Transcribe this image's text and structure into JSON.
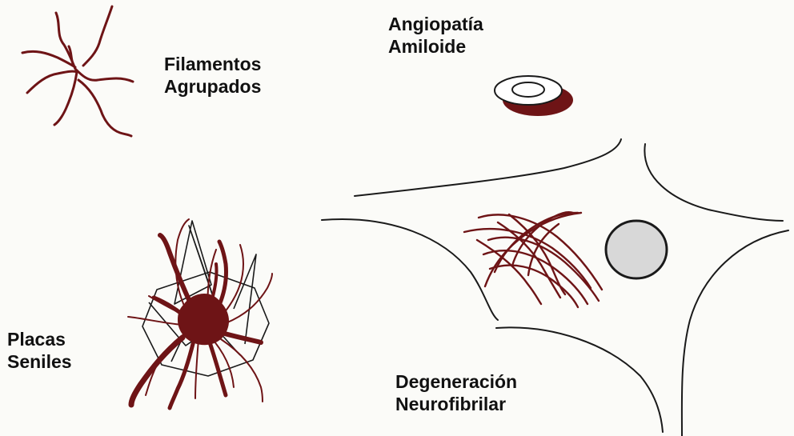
{
  "labels": {
    "filamentos": {
      "line1": "Filamentos",
      "line2": "Agrupados"
    },
    "angiopatia": {
      "line1": "Angiopatía",
      "line2": "Amiloide"
    },
    "placas": {
      "line1": "Placas",
      "line2": "Seniles"
    },
    "degeneracion": {
      "line1": "Degeneración",
      "line2": "Neurofibrilar"
    }
  },
  "colors": {
    "pathology": "#6e1416",
    "outline": "#1a1a1a",
    "nucleus_fill": "#d8d8d8",
    "background": "#fbfbf8"
  }
}
